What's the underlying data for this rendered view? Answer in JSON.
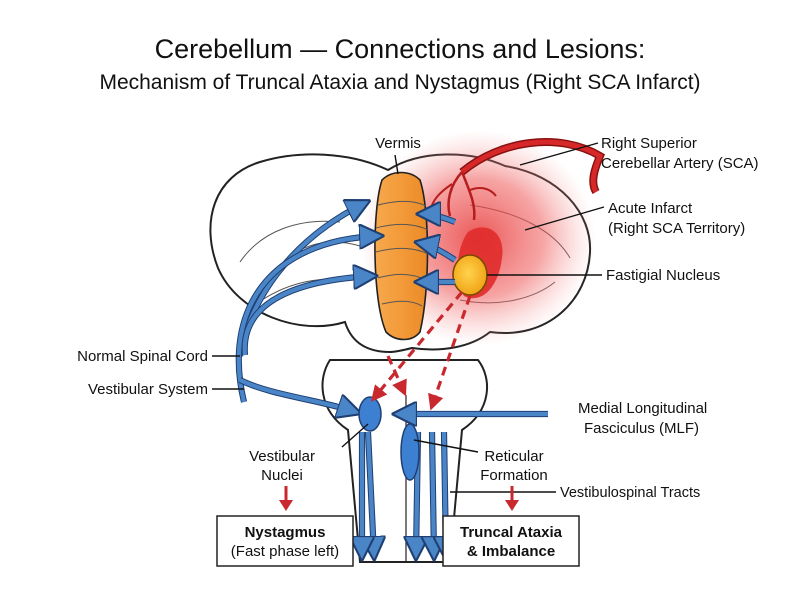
{
  "title": {
    "line1": "Cerebellum — Connections and Lesions:",
    "line2": "Mechanism of Truncal Ataxia and Nystagmus (Right SCA Infarct)"
  },
  "labels": {
    "vermis": "Vermis",
    "sca_line1": "Right Superior",
    "sca_line2": "Cerebellar Artery (SCA)",
    "infarct_line1": "Acute Infarct",
    "infarct_line2": "(Right SCA Territory)",
    "fastigial": "Fastigial Nucleus",
    "spinal_cord": "Normal Spinal Cord",
    "vestibular_system": "Vestibular System",
    "mlf_line1": "Medial Longitudinal",
    "mlf_line2": "Fasciculus (MLF)",
    "vestibular_nuclei_line1": "Vestibular",
    "vestibular_nuclei_line2": "Nuclei",
    "reticular_line1": "Reticular",
    "reticular_line2": "Formation",
    "vestibulospinal": "Vestibulospinal Tracts"
  },
  "outcomes": {
    "nystagmus_title": "Nystagmus",
    "nystagmus_detail": "(Fast phase left)",
    "ataxia_line1": "Truncal Ataxia",
    "ataxia_line2": "& Imbalance"
  },
  "colors": {
    "vermis": "#f39a3a",
    "infarct": "#e83a3a",
    "artery": "#d62828",
    "pathway": "#4a86c7",
    "lesion_arrow": "#c8282e",
    "nucleus": "#f5b51e"
  }
}
